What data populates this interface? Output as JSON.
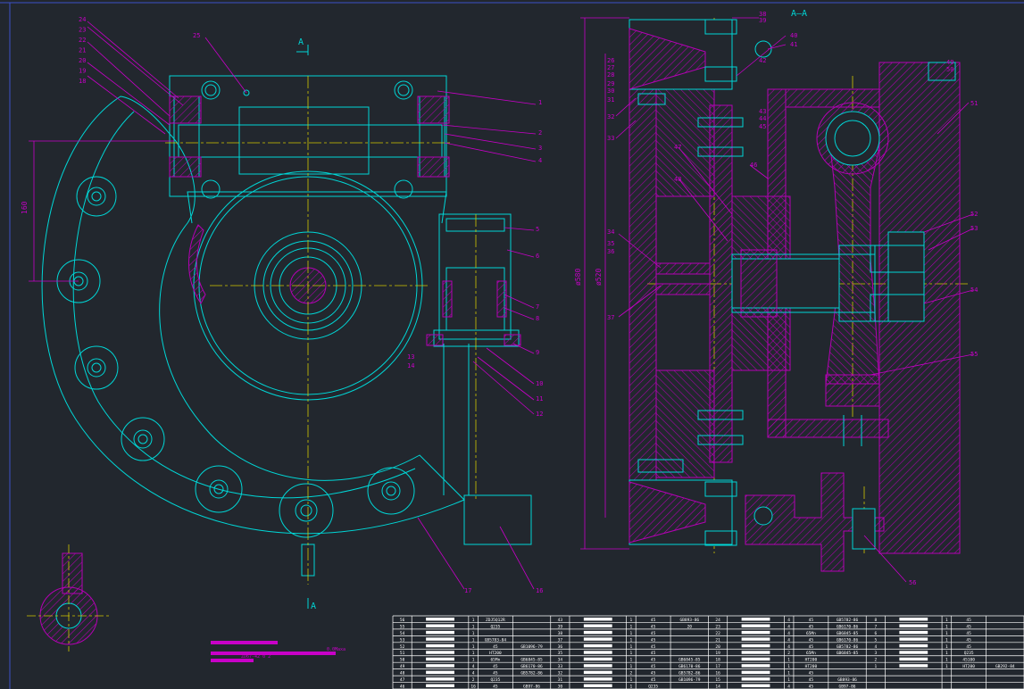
{
  "colors": {
    "background": "#22272e",
    "outline": "#00d6d6",
    "annotation": "#c800c8",
    "center_line": "#d2c800",
    "hatch": "#b400b4",
    "table_line": "#ffffff",
    "frame": "#3c50c8"
  },
  "section_marks": {
    "section_title": "A—A",
    "top_label": "A",
    "bottom_label": "A"
  },
  "left_view": {
    "balloons_top_left": [
      "24",
      "23",
      "22",
      "21",
      "20",
      "19",
      "18"
    ],
    "balloon_25": "25",
    "balloons_right": [
      "1",
      "2",
      "3",
      "4"
    ],
    "balloons_slider": [
      "5",
      "6",
      "7",
      "8",
      "9",
      "10",
      "11",
      "12"
    ],
    "balloons_bottom": [
      "17",
      "16"
    ],
    "balloons_13_14": [
      "13",
      "14"
    ],
    "dimension_160": "160"
  },
  "right_view": {
    "balloons_top": [
      "38",
      "39",
      "40",
      "41",
      "42"
    ],
    "balloons_left": [
      "26",
      "27",
      "28",
      "29",
      "30",
      "31",
      "32",
      "33",
      "34",
      "35",
      "36",
      "37"
    ],
    "balloons_mid": [
      "43",
      "44",
      "45",
      "46",
      "47",
      "48"
    ],
    "balloons_right": [
      "49",
      "50",
      "51",
      "52",
      "53",
      "54",
      "55"
    ],
    "balloon_56": "56",
    "dimension_outer": "ø580",
    "dimension_inner": "ø520"
  },
  "title_block": {
    "blurred_line_1": "0.0Maxa",
    "blurred_line_2": "ZD67-42   0 2"
  },
  "parts_table": {
    "col_groups": [
      {
        "rows": [
          [
            "56",
            "",
            "1",
            "ZDJ5Q12R",
            ""
          ],
          [
            "55",
            "",
            "1",
            "Q235",
            ""
          ],
          [
            "54",
            "",
            "1",
            "",
            ""
          ],
          [
            "53",
            "",
            "1",
            "GB5783-84",
            ""
          ],
          [
            "52",
            "",
            "1",
            "45",
            "GB1096-79"
          ],
          [
            "51",
            "",
            "1",
            "HT200",
            ""
          ],
          [
            "50",
            "",
            "1",
            "65Mn",
            "GB6845-85"
          ],
          [
            "49",
            "",
            "4",
            "45",
            "GB6170-86"
          ],
          [
            "48",
            "",
            "4",
            "45",
            "GB5782-86"
          ],
          [
            "47",
            "",
            "2",
            "Q235",
            ""
          ],
          [
            "46",
            "",
            "16",
            "45",
            "GB97-86"
          ]
        ]
      },
      {
        "rows": [
          [
            "43",
            "",
            "1",
            "45",
            "GB893-86"
          ],
          [
            "39",
            "",
            "1",
            "45",
            "20"
          ],
          [
            "38",
            "",
            "1",
            "45",
            ""
          ],
          [
            "37",
            "",
            "1",
            "45",
            ""
          ],
          [
            "36",
            "",
            "1",
            "45",
            ""
          ],
          [
            "35",
            "",
            "1",
            "45",
            ""
          ],
          [
            "34",
            "",
            "1",
            "45",
            "GB6845-85"
          ],
          [
            "33",
            "",
            "1",
            "45",
            "GB6170-86"
          ],
          [
            "32",
            "",
            "2",
            "45",
            "GB5782-86"
          ],
          [
            "31",
            "",
            "1",
            "45",
            "GB1096-79"
          ],
          [
            "30",
            "",
            "1",
            "Q235",
            ""
          ]
        ]
      },
      {
        "rows": [
          [
            "24",
            "",
            "4",
            "45",
            "GB5782-86"
          ],
          [
            "23",
            "",
            "4",
            "45",
            "GB6170-86"
          ],
          [
            "22",
            "",
            "4",
            "65Mn",
            "GB6845-85"
          ],
          [
            "21",
            "",
            "4",
            "45",
            "GB6170-86"
          ],
          [
            "20",
            "",
            "4",
            "45",
            "GB5782-86"
          ],
          [
            "19",
            "",
            "2",
            "65Mn",
            "GB6845-85"
          ],
          [
            "18",
            "",
            "1",
            "HT200",
            ""
          ],
          [
            "17",
            "",
            "1",
            "HT200",
            ""
          ],
          [
            "16",
            "",
            "1",
            "45",
            ""
          ],
          [
            "15",
            "",
            "1",
            "45",
            "GB893-86"
          ],
          [
            "14",
            "",
            "4",
            "45",
            "GB97-86"
          ]
        ]
      },
      {
        "rows": [
          [
            "8",
            "",
            "1",
            "45",
            ""
          ],
          [
            "7",
            "",
            "1",
            "45",
            ""
          ],
          [
            "6",
            "",
            "1",
            "45",
            ""
          ],
          [
            "5",
            "",
            "1",
            "45",
            ""
          ],
          [
            "4",
            "",
            "1",
            "45",
            ""
          ],
          [
            "3",
            "",
            "1",
            "Q235",
            ""
          ],
          [
            "2",
            "",
            "1",
            "45100",
            ""
          ],
          [
            "1",
            "",
            "1",
            "HT200",
            "GB292-84"
          ],
          [
            "",
            "",
            "",
            "",
            ""
          ],
          [
            "",
            "",
            "",
            "",
            ""
          ],
          [
            "",
            "",
            "",
            "",
            ""
          ]
        ]
      }
    ]
  }
}
